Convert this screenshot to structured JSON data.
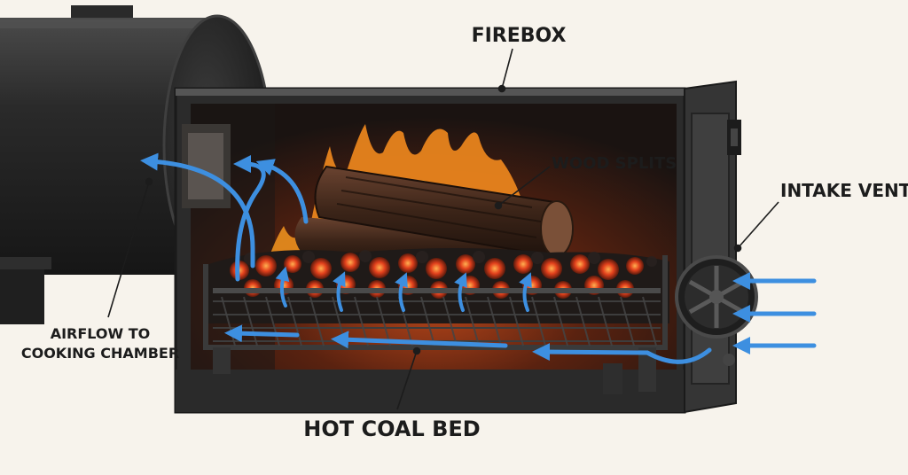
{
  "labels": {
    "firebox": "FIREBOX",
    "wood_splits": "WOOD SPLITS",
    "intake_vent": "INTAKE VENT",
    "airflow_line1": "AIRFLOW TO",
    "airflow_line2": "COOKING CHAMBER",
    "coal_bed": "HOT COAL BED"
  },
  "colors": {
    "background": "#f7f3ec",
    "steel": "#2b2b2b",
    "airflow": "#3d8fe0",
    "fire": "#f28a1e",
    "ember": "#e2401c"
  }
}
